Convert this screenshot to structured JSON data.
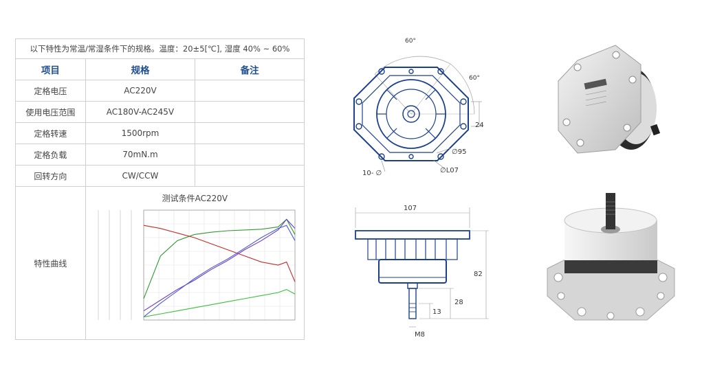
{
  "table": {
    "intro": "以下特性为常温/常湿条件下的规格。温度：20±5[℃], 湿度 40% ~ 60%",
    "headers": {
      "item": "项目",
      "spec": "规格",
      "note": "备注"
    },
    "rows": [
      {
        "label": "定格电压",
        "value": "AC220V",
        "note": ""
      },
      {
        "label": "使用电压范围",
        "value": "AC180V-AC245V",
        "note": ""
      },
      {
        "label": "定格转速",
        "value": "1500rpm",
        "note": ""
      },
      {
        "label": "定格负载",
        "value": "70mN.m",
        "note": ""
      },
      {
        "label": "回转方向",
        "value": "CW/CCW",
        "note": ""
      }
    ],
    "curve_label": "特性曲线",
    "curve_title": "测试条件AC220V"
  },
  "colors": {
    "header_blue": "#1f4f8f",
    "drawing_blue": "#1b3f8f",
    "gray_line": "#b0b0b0"
  },
  "top_view": {
    "angle_top": "60°",
    "angle_right": "60°",
    "dim_24": "24",
    "dim_95": "∅95",
    "dim_107": "∅L07",
    "holes": "10- ∅"
  },
  "side_view": {
    "width": "107",
    "height": "82",
    "shaft_28": "28",
    "shaft_13": "13",
    "thread": "M8"
  },
  "chart_data": {
    "type": "line",
    "title": "",
    "xlabel": "",
    "ylabel": "",
    "x": [
      0,
      10,
      20,
      30,
      40,
      50,
      60,
      70,
      80,
      85,
      90
    ],
    "series": [
      {
        "values": [
          140,
          420,
          520,
          560,
          575,
          585,
          590,
          595,
          610,
          660,
          560
        ]
      },
      {
        "values": [
          620,
          600,
          570,
          540,
          500,
          460,
          420,
          380,
          360,
          380,
          250
        ]
      },
      {
        "values": [
          60,
          130,
          200,
          260,
          330,
          390,
          460,
          520,
          590,
          660,
          600
        ]
      },
      {
        "values": [
          20,
          110,
          190,
          270,
          340,
          400,
          470,
          540,
          600,
          620,
          520
        ]
      },
      {
        "values": [
          20,
          40,
          60,
          80,
          100,
          120,
          140,
          160,
          180,
          200,
          170
        ]
      }
    ],
    "series_colors": [
      "#2e9a2e",
      "#c62828",
      "#6a3ac4",
      "#4a5ad8",
      "#38c038"
    ],
    "ylim": [
      0,
      720
    ],
    "grid": true
  }
}
